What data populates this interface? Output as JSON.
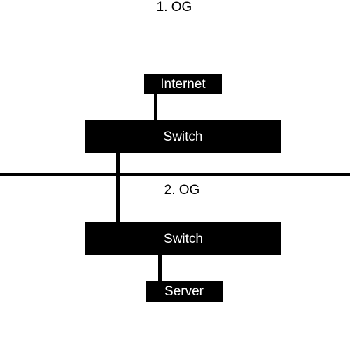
{
  "floors": [
    {
      "label": "1. OG"
    },
    {
      "label": "2. OG"
    }
  ],
  "nodes": {
    "internet": {
      "label": "Internet"
    },
    "switch_1": {
      "label": "Switch"
    },
    "switch_2": {
      "label": "Switch"
    },
    "server": {
      "label": "Server"
    }
  },
  "connections": [
    {
      "from": "internet",
      "to": "switch_1"
    },
    {
      "from": "switch_1",
      "to": "switch_2"
    },
    {
      "from": "switch_2",
      "to": "server"
    }
  ],
  "colors": {
    "box_fill": "#000000",
    "box_text": "#ffffff",
    "line": "#000000",
    "background": "#ffffff"
  }
}
